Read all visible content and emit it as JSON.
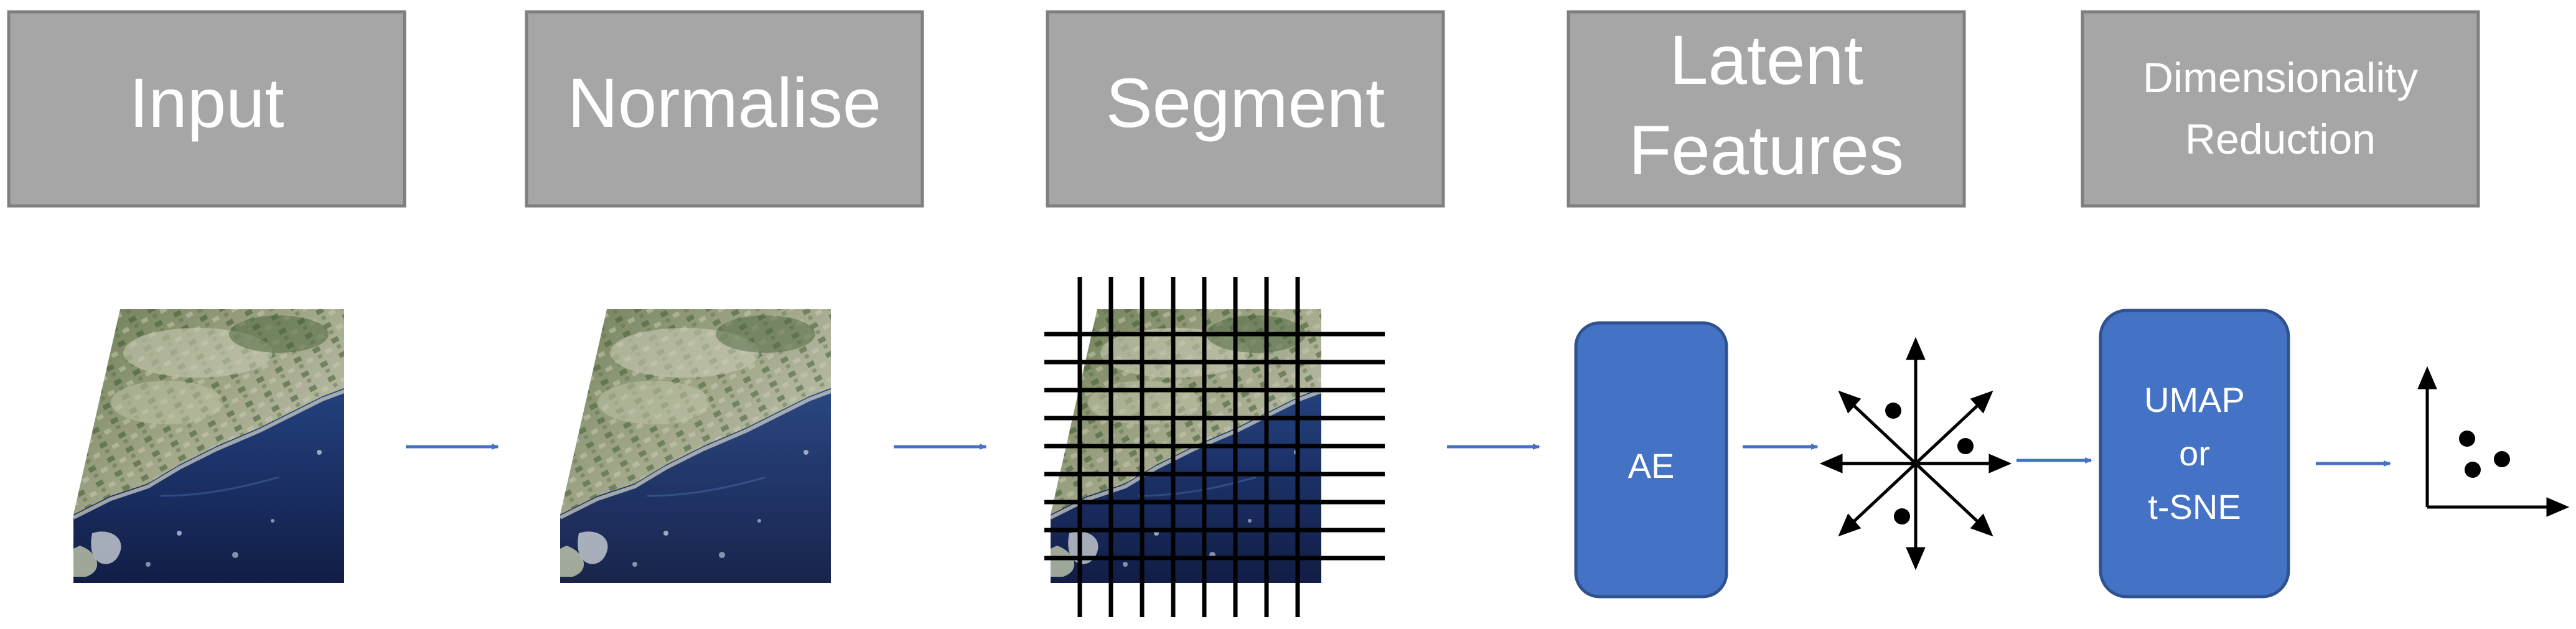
{
  "stages": [
    {
      "lines": [
        "Input"
      ]
    },
    {
      "lines": [
        "Normalise"
      ]
    },
    {
      "lines": [
        "Segment"
      ]
    },
    {
      "lines": [
        "Latent",
        "Features"
      ]
    },
    {
      "lines": [
        "Dimensionality",
        "Reduction"
      ]
    }
  ],
  "processing_boxes": {
    "autoencoder": {
      "lines": [
        "AE"
      ]
    },
    "reducer": {
      "lines": [
        "UMAP",
        "or",
        "t-SNE"
      ]
    }
  },
  "colors": {
    "header_fill": "#a6a6a6",
    "header_stroke": "#7f7f7f",
    "box_fill": "#4472c4",
    "box_stroke": "#2f528f",
    "arrow": "#4472c4",
    "vector": "#000000",
    "land_light": "#b4b79e",
    "land_dark": "#4f6a3c",
    "sea_dark": "#15234f",
    "sea_mid": "#1e3a74"
  },
  "icons": [
    "satellite-image",
    "grid-overlay",
    "feature-vectors-icon",
    "scatter-plot-icon"
  ]
}
